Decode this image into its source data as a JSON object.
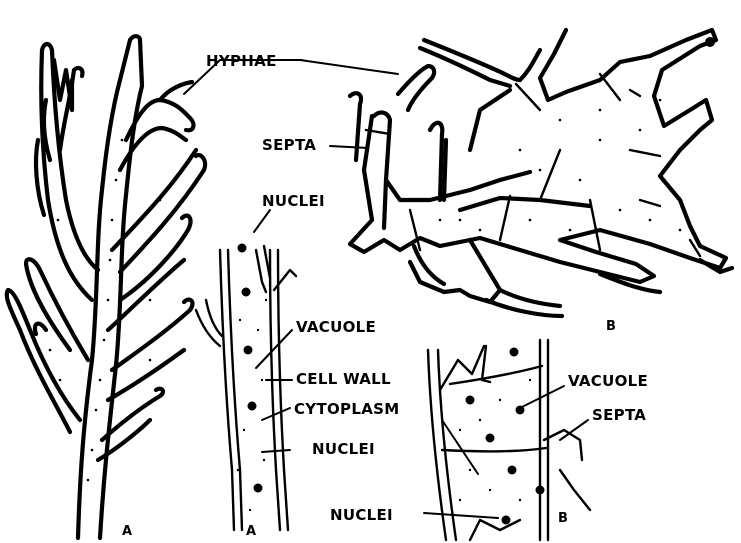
{
  "labels": {
    "hyphae": "HYPHAE",
    "septa_top": "SEPTA",
    "nuclei_top": "NUCLEI",
    "vacuole_a": "VACUOLE",
    "cell_wall": "CELL WALL",
    "cytoplasm": "CYTOPLASM",
    "nuclei_a": "NUCLEI",
    "vacuole_b": "VACUOLE",
    "septa_b": "SEPTA",
    "nuclei_b": "NUCLEI",
    "panel_b_top": "B",
    "panel_a_left": "A",
    "panel_a_mid": "A",
    "panel_b_bottom": "B"
  },
  "colors": {
    "ink": "#000000",
    "paper": "#ffffff"
  }
}
